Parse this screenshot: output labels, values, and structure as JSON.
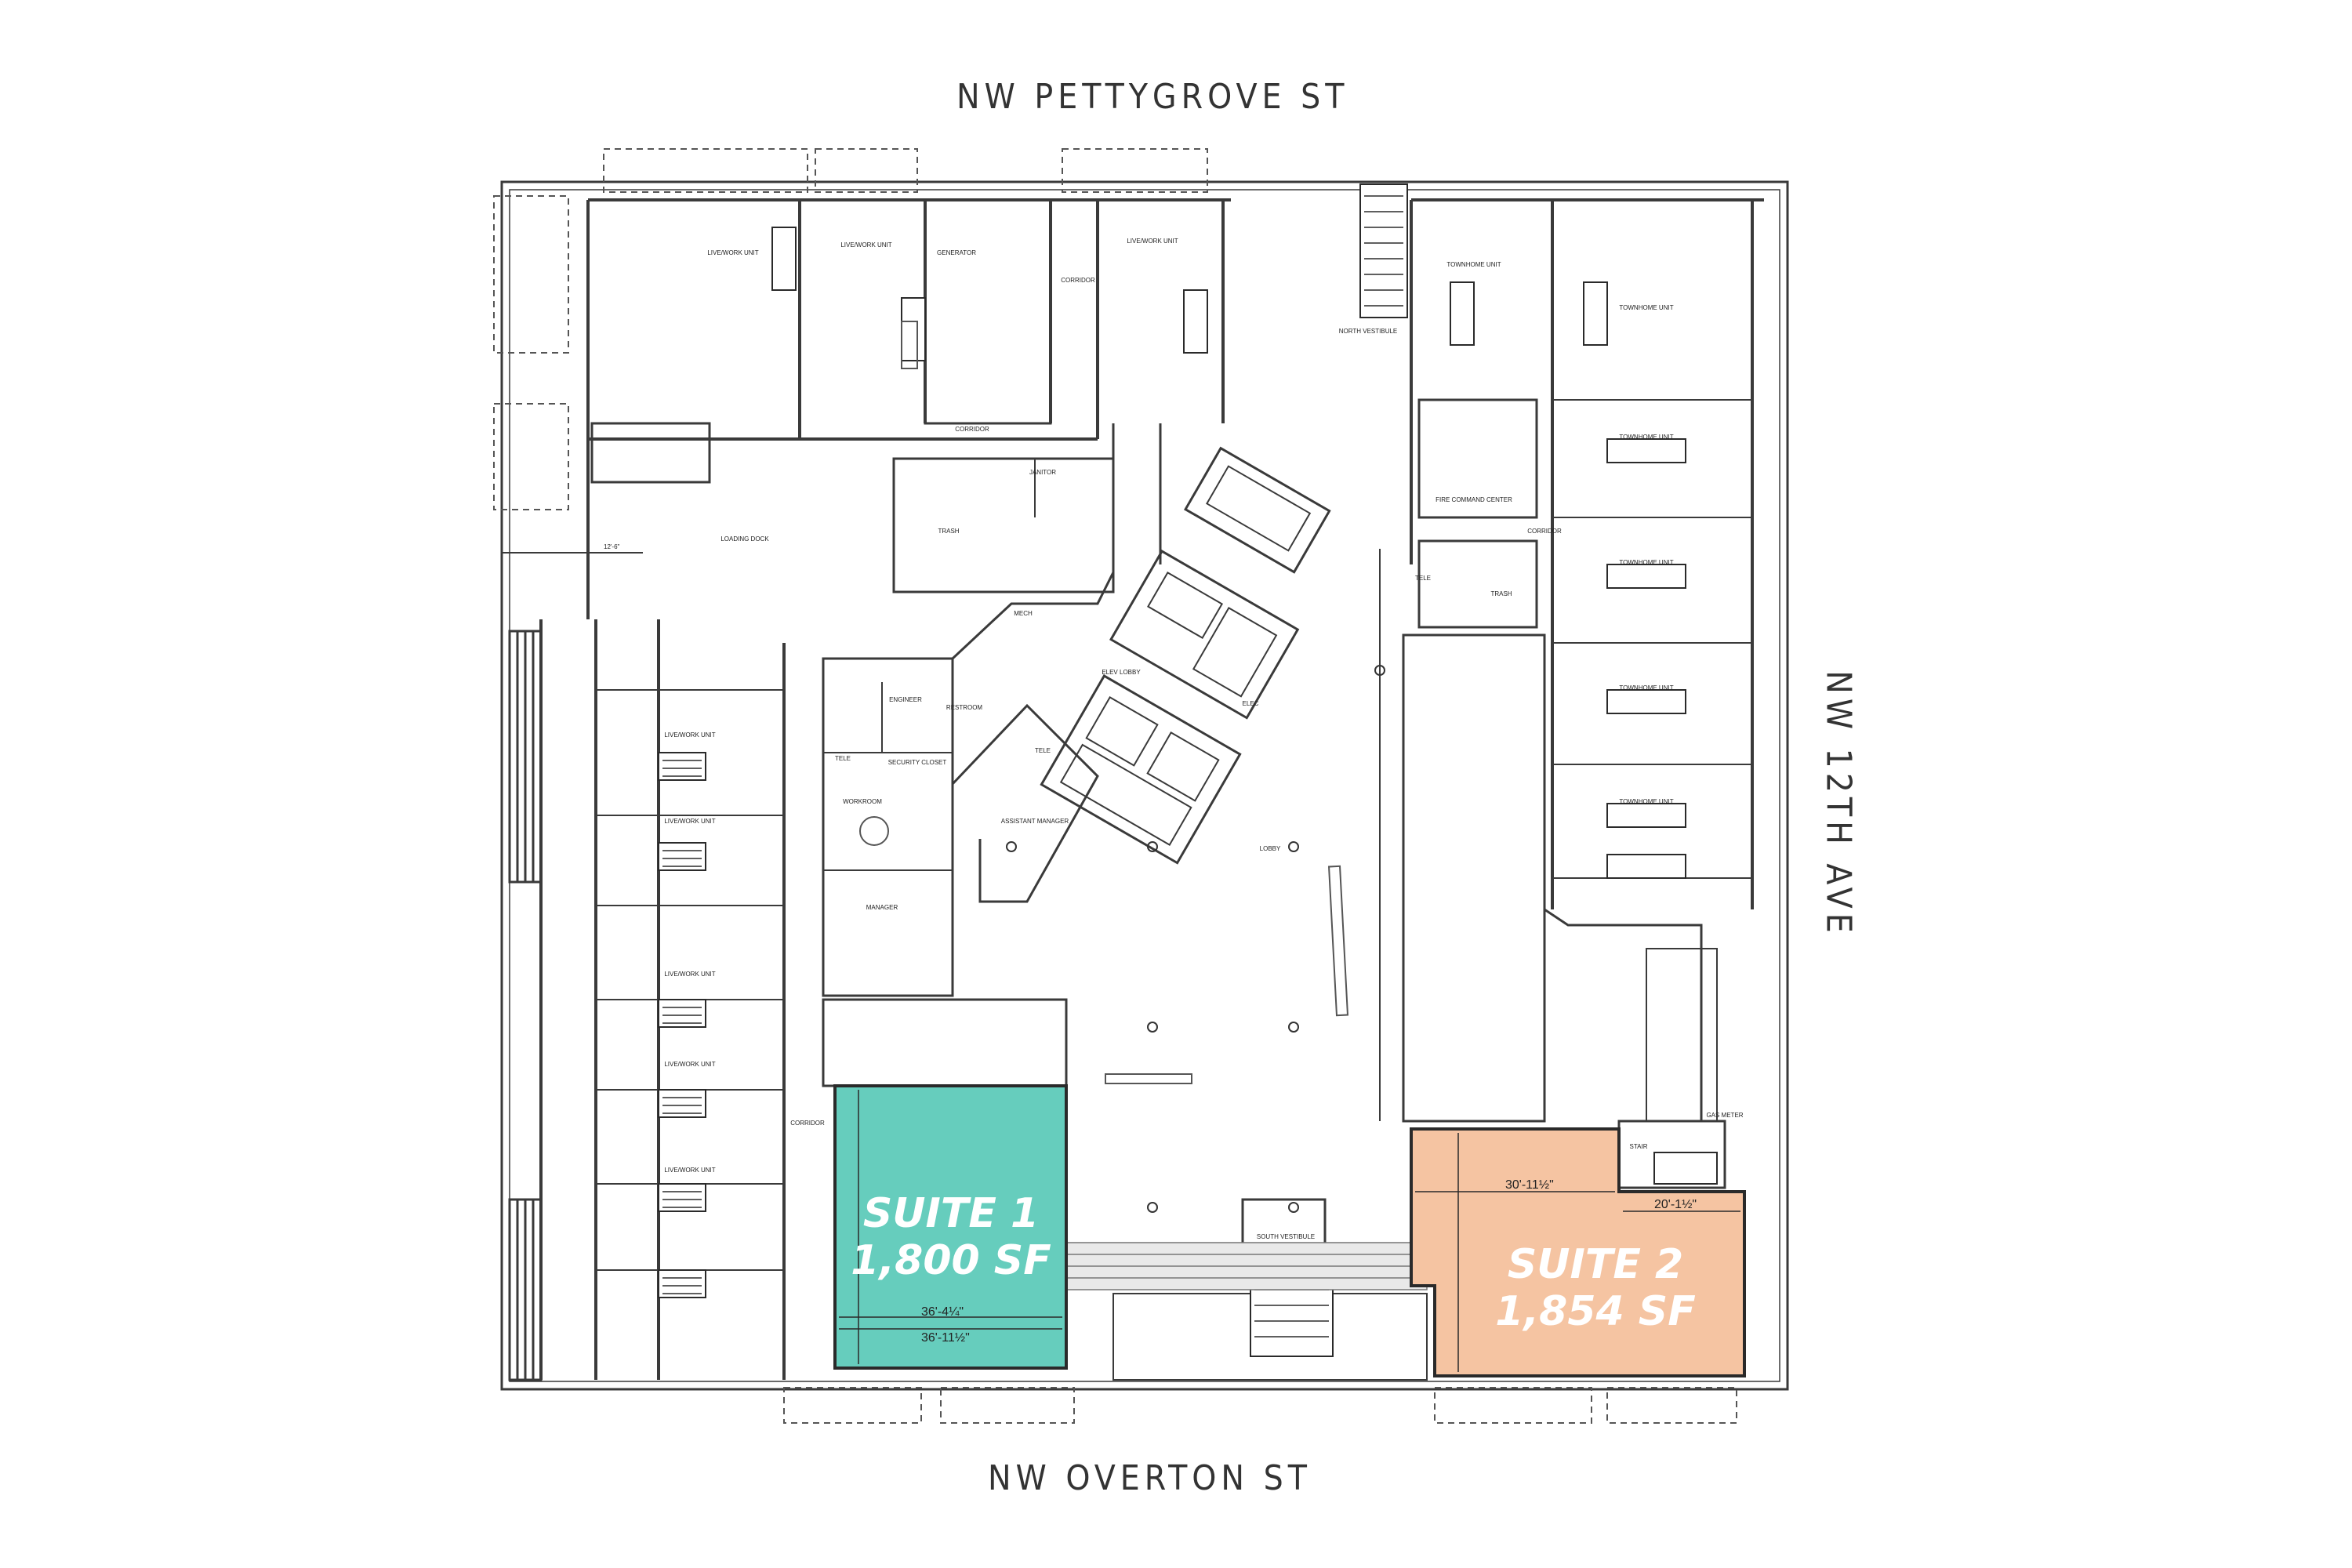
{
  "streets": {
    "north": "NW PETTYGROVE ST",
    "south": "NW OVERTON ST",
    "east": "NW 12TH AVE"
  },
  "suites": [
    {
      "name": "SUITE 1",
      "area": "1,800 SF",
      "color": "#66cdbd",
      "dim_a": "36'-4¼\"",
      "dim_b": "36'-11½\""
    },
    {
      "name": "SUITE 2",
      "area": "1,854 SF",
      "color": "#f5c4a2",
      "dim_a": "30'-11½\"",
      "dim_b": "20'-1½\""
    }
  ],
  "rooms": {
    "loading_dock": "LOADING DOCK",
    "trash": "TRASH",
    "janitor": "JANITOR",
    "generator": "GENERATOR",
    "corridor": "CORRIDOR",
    "mech": "MECH",
    "lobby": "LOBBY",
    "elev_lobby": "ELEV LOBBY",
    "elec": "ELEC",
    "tele": "TELE",
    "manager": "MANAGER",
    "assistant_manager": "ASSISTANT MANAGER",
    "security_closet": "SECURITY CLOSET",
    "workroom": "WORKROOM",
    "engineer": "ENGINEER",
    "restroom": "RESTROOM",
    "fire_command": "FIRE COMMAND CENTER",
    "gas_meter": "GAS METER",
    "stair": "STAIR",
    "live_work": "LIVE/WORK UNIT",
    "townhome": "TOWNHOME UNIT",
    "north_vestibule": "NORTH VESTIBULE",
    "south_vestibule": "SOUTH VESTIBULE"
  },
  "colors": {
    "line": "#3a3a3a",
    "suite1": "#66cdbd",
    "suite2": "#f5c4a2"
  }
}
